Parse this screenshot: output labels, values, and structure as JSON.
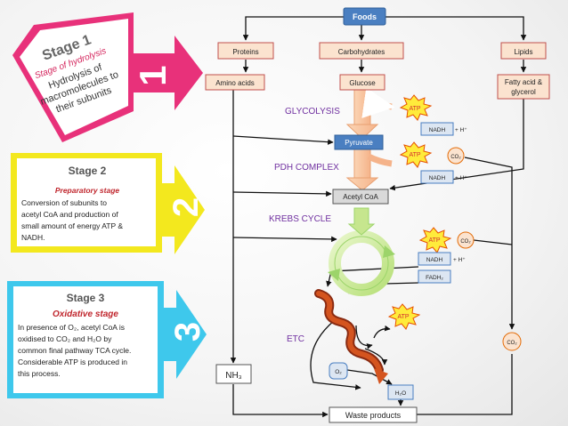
{
  "stage1": {
    "title": "Stage 1",
    "subtitle": "Stage of  hydrolysis",
    "desc_lines": [
      "Hydrolysis of",
      "macromolecules to",
      "their subunits"
    ],
    "number": "1"
  },
  "stage2": {
    "title": "Stage 2",
    "subtitle": "Preparatory stage",
    "desc_lines": [
      "Conversion  of  subunits  to",
      "acetyl CoA and production of",
      "small amount of energy ATP &",
      "NADH."
    ],
    "number": "2"
  },
  "stage3": {
    "title": "Stage 3",
    "subtitle": "Oxidative stage",
    "desc_lines": [
      "In  presence  of  O₂,  acetyl  CoA  is",
      "oxidised  to  CO₂  and  H₂O  by",
      "common final pathway TCA cycle.",
      "Considerable ATP is produced in",
      "this process."
    ],
    "number": "3"
  },
  "diagram": {
    "foods": "Foods",
    "proteins": "Proteins",
    "carbohydrates": "Carbohydrates",
    "lipids": "Lipids",
    "amino_acids": "Amino acids",
    "glucose": "Glucose",
    "fatty_acid_1": "Fatty acid &",
    "fatty_acid_2": "glycerol",
    "glycolysis": "GLYCOLYSIS",
    "pyruvate": "Pyruvate",
    "pdh_complex": "PDH COMPLEX",
    "acetyl_coa": "Acetyl CoA",
    "krebs_cycle": "KREBS CYCLE",
    "etc": "ETC",
    "nh3": "NH₃",
    "waste_products": "Waste products",
    "atp": "ATP",
    "nadh": "NADH",
    "h_plus": "+ H⁺",
    "co2": "CO₂",
    "fadh2": "FADH₂",
    "o2": "O₂",
    "h2o": "H₂O"
  }
}
